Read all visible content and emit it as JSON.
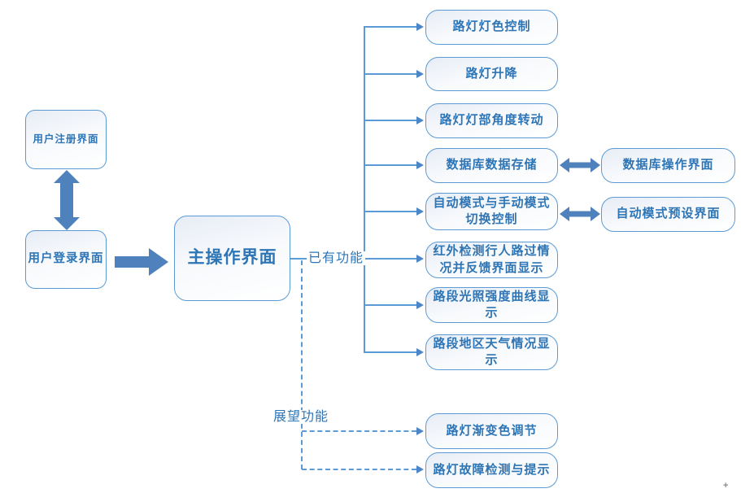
{
  "colors": {
    "accent_line": "#5B9BD5",
    "block_arrow": "#4F81BD",
    "node_text": "#2E75B6"
  },
  "nodes": {
    "register": "用户注册界面",
    "login": "用户登录界面",
    "main": "主操作界面"
  },
  "branch_labels": {
    "existing": "已有功能",
    "future": "展望功能"
  },
  "features": [
    {
      "label": "路灯灯色控制"
    },
    {
      "label": "路灯升降"
    },
    {
      "label": "路灯灯部角度转动"
    },
    {
      "label": "数据库数据存储"
    },
    {
      "label": "自动模式与手动模式\n切换控制"
    },
    {
      "label": "红外检测行人路过情\n况并反馈界面显示"
    },
    {
      "label": "路段光照强度曲线显\n示"
    },
    {
      "label": "路段地区天气情况显\n示"
    }
  ],
  "linked_interfaces": [
    {
      "label": "数据库操作界面"
    },
    {
      "label": "自动模式预设界面"
    }
  ],
  "future_features": [
    {
      "label": "路灯渐变色调节"
    },
    {
      "label": "路灯故障检测与提示"
    }
  ],
  "artifact": {
    "glyph": "+"
  }
}
